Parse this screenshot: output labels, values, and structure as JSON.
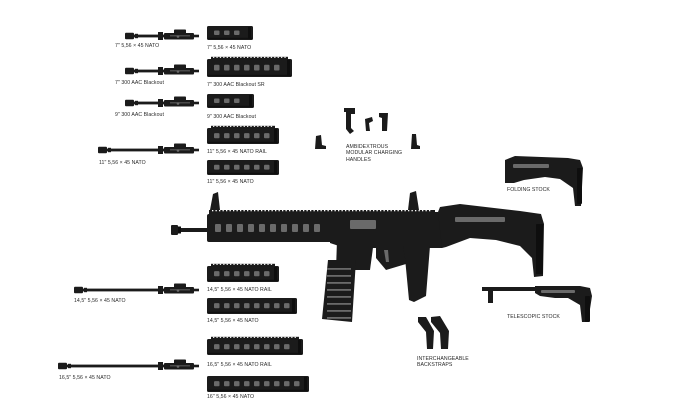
{
  "colors": {
    "metal": "#1b1b1b",
    "metal_dark": "#0e0e0e",
    "highlight": "#6a6a6a",
    "label": "#2a2a2a",
    "background": "#ffffff"
  },
  "barrels": [
    {
      "label": "7\" 5,56 × 45 NATO"
    },
    {
      "label": "7\" 300 AAC Blackout"
    },
    {
      "label": "9\" 300 AAC Blackout"
    },
    {
      "label": "11\" 5,56 × 45 NATO"
    },
    {
      "label": "14,5\" 5,56 × 45 NATO"
    },
    {
      "label": "16,5\" 5,56 × 45 NATO"
    }
  ],
  "handguards": [
    {
      "label": "7\" 5,56 × 45 NATO"
    },
    {
      "label": "7\" 300 AAC Blackout SR"
    },
    {
      "label": "9\" 300 AAC Blackout"
    },
    {
      "label": "11\" 5,56 × 45 NATO RAIL"
    },
    {
      "label": "11\" 5,56 × 45 NATO"
    },
    {
      "label": "14,5\" 5,56 × 45 NATO RAIL"
    },
    {
      "label": "14,5\" 5,56 × 45 NATO"
    },
    {
      "label": "16,5\" 5,56 × 45 NATO RAIL"
    },
    {
      "label": "16\" 5,56 × 45 NATO"
    }
  ],
  "accessories": {
    "charging_handles": "AMBIDEXTROUS\nMODULAR CHARGING\nHANDLES",
    "folding_stock": "FOLDING STOCK",
    "telescopic_stock": "TELESCOPIC STOCK",
    "backstraps": "INTERCHANGEABLE\nBACKSTRAPS"
  }
}
